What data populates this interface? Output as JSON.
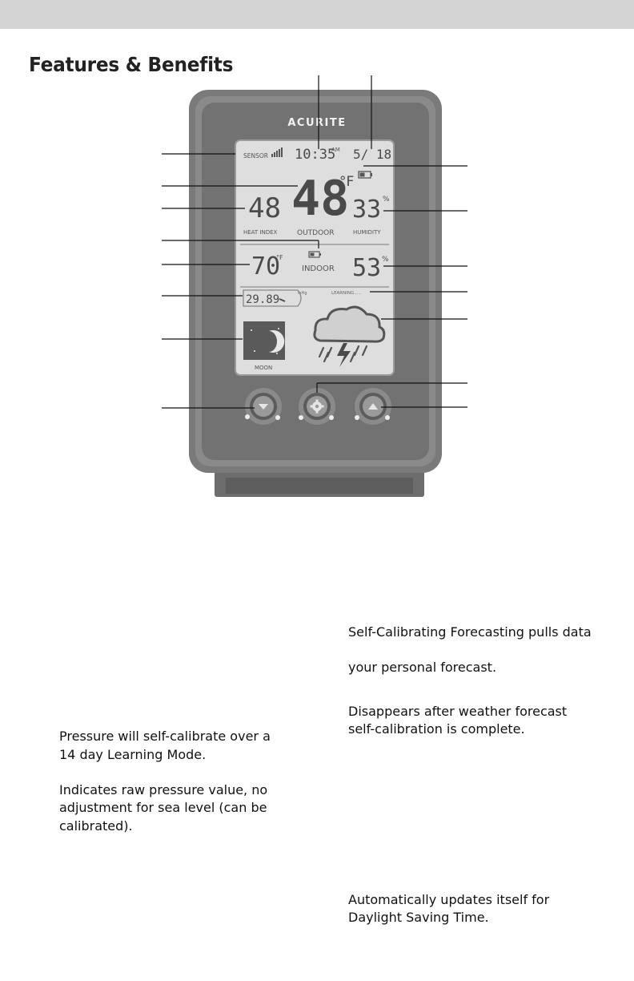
{
  "page": {
    "heading": "Features & Benefits"
  },
  "device": {
    "brand": "ACURITE",
    "sensor_label": "SENSOR",
    "time": "10:35",
    "ampm": "AM",
    "date": "5/ 18",
    "outdoor_temp": "48",
    "outdoor_unit": "°F",
    "heat_index_value": "48",
    "heat_index_label": "HEAT INDEX",
    "outdoor_label": "OUTDOOR",
    "humidity_value": "33",
    "humidity_unit": "%",
    "humidity_label": "HUMIDITY",
    "indoor_temp": "70",
    "indoor_unit": "°F",
    "indoor_label": "INDOOR",
    "indoor_humidity": "53",
    "indoor_humidity_unit": "%",
    "pressure_value": "29.89",
    "pressure_unit": "inHg",
    "learning_label": "LEARNING.....",
    "moon_label": "MOON",
    "colors": {
      "body": "#7a7a7a",
      "screen": "#dedede",
      "digits": "#4a4a4a"
    },
    "icons": [
      "signal-bars-icon",
      "battery-icon",
      "moon-phase-icon",
      "storm-cloud-icon",
      "down-arrow-icon",
      "gear-icon",
      "up-arrow-icon"
    ]
  },
  "descriptions": {
    "forecast_1": "Self-Calibrating Forecasting pulls data",
    "forecast_2": "your personal forecast.",
    "learning_1": "Disappears after weather forecast",
    "learning_2": "self-calibration is complete.",
    "pressure_1": "Pressure will self-calibrate over a",
    "pressure_2": "14 day Learning Mode.",
    "raw_1": "Indicates raw pressure value, no",
    "raw_2": "adjustment for sea level (can be",
    "raw_3": "calibrated).",
    "dst_1": "Automatically updates itself for",
    "dst_2": "Daylight Saving Time."
  }
}
